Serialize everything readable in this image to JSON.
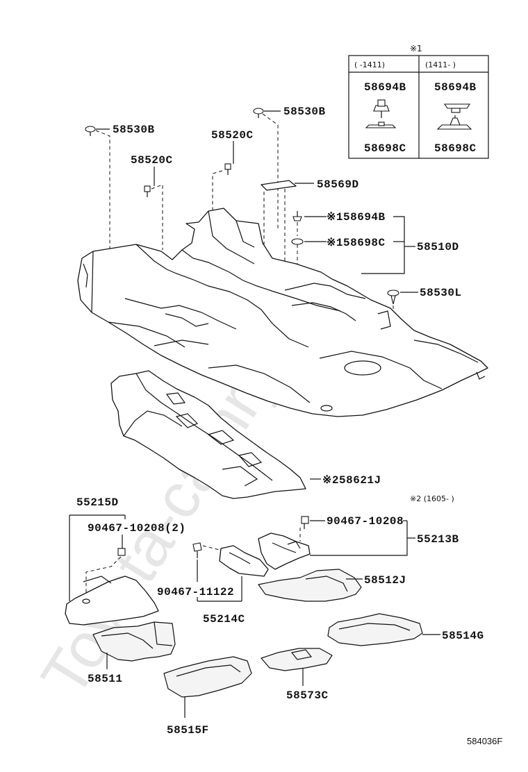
{
  "watermark": "Toyota-camry.ru",
  "figure_code": "584036F",
  "note1": {
    "mark": "※1",
    "col_left_header": "(      -1411)",
    "col_right_header": "(1411-      )",
    "left_top": "58694B",
    "left_bottom": "58698C",
    "right_top": "58694B",
    "right_bottom": "58698C"
  },
  "note2": {
    "mark": "※2",
    "text": "※2 (1605-      )"
  },
  "labels": {
    "p58530B_a": "58530B",
    "p58530B_b": "58530B",
    "p58520C_a": "58520C",
    "p58520C_b": "58520C",
    "p58569D": "58569D",
    "p58694B": "※158694B",
    "p58698C": "※158698C",
    "p58510D": "58510D",
    "p58530L": "58530L",
    "p58621J": "※258621J",
    "p55215D": "55215D",
    "p90467_10208_2": "90467-10208(2)",
    "p90467_10208": "90467-10208",
    "p55213B": "55213B",
    "p58512J": "58512J",
    "p90467_11122": "90467-11122",
    "p55214C": "55214C",
    "p58514G": "58514G",
    "p58511": "58511",
    "p58573C": "58573C",
    "p58515F": "58515F"
  }
}
